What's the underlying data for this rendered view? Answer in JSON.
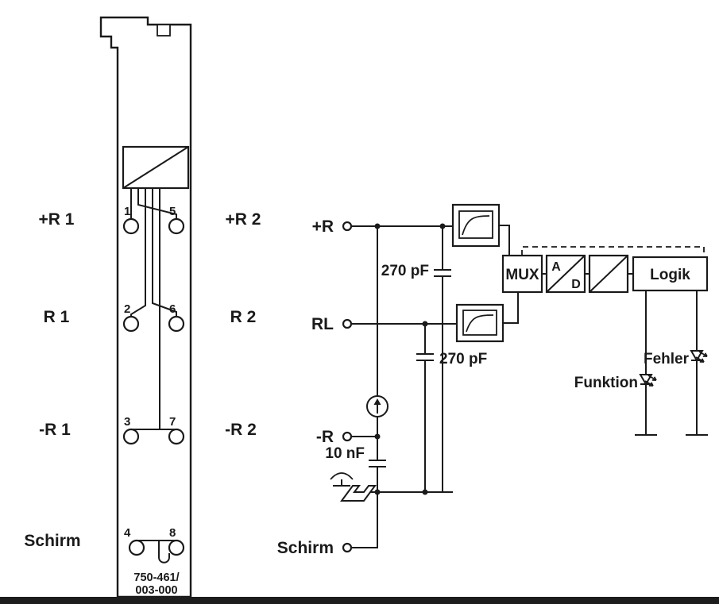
{
  "module": {
    "part_number": {
      "line1": "750-461/",
      "line2": "003-000"
    },
    "terminal_numbers": [
      "1",
      "5",
      "2",
      "6",
      "3",
      "7",
      "4",
      "8"
    ],
    "labels_left": [
      "+R 1",
      "R 1",
      "-R 1",
      "Schirm"
    ],
    "labels_right": [
      "+R 2",
      "R 2",
      "-R 2"
    ]
  },
  "schematic": {
    "inputs": [
      "+R",
      "RL",
      "-R",
      "Schirm"
    ],
    "capacitors": {
      "c1": "270 pF",
      "c2": "270 pF",
      "c3": "10 nF"
    },
    "blocks": {
      "mux": "MUX",
      "adc_a": "A",
      "adc_d": "D",
      "logic": "Logik"
    },
    "leds": {
      "error": "Fehler",
      "function": "Funktion"
    },
    "icons": [
      "lowpass-filter-icon",
      "capacitor-icon",
      "current-source-icon",
      "earth-icon",
      "din-rail-icon",
      "isolation-icon",
      "led-icon"
    ]
  },
  "colors": {
    "line": "#1a1a1a",
    "background": "#ffffff",
    "rail_bar": "#1d1d1d"
  }
}
